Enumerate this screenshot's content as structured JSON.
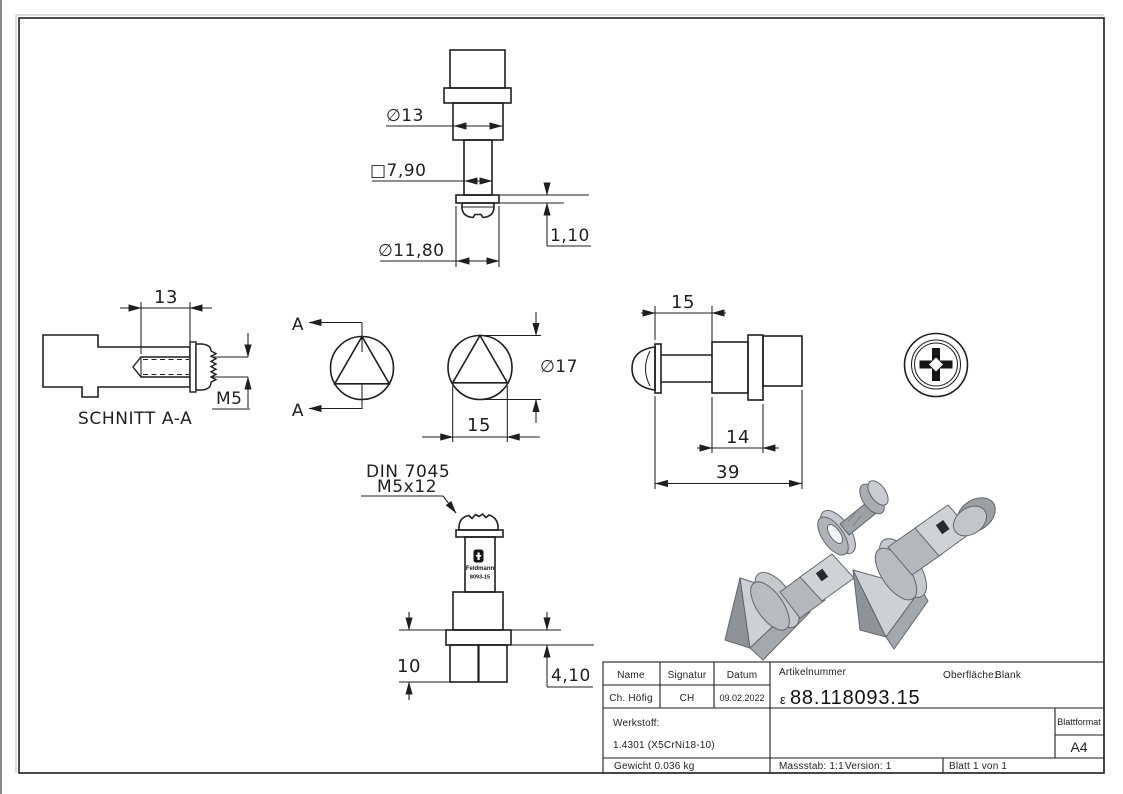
{
  "views": {
    "top": {
      "dia13": "∅13",
      "sq": "□7,90",
      "dia118": "∅11,80",
      "t110": "1,10"
    },
    "section": {
      "label": "SCHNITT A-A",
      "len": "13",
      "thread": "M5"
    },
    "cut": {
      "a_top": "A",
      "a_bottom": "A"
    },
    "front": {
      "dia17": "∅17",
      "w15": "15"
    },
    "side": {
      "d15": "15",
      "d14": "14",
      "d39": "39"
    },
    "bottom": {
      "note1": "DIN 7045",
      "note2": "M5x12",
      "logo": "Feldmann",
      "logo_code": "8093-15",
      "d10": "10",
      "d410": "4,10"
    }
  },
  "titleblock": {
    "name_label": "Name",
    "signatur_label": "Signatur",
    "datum_label": "Datum",
    "name": "Ch. Höfig",
    "signatur": "CH",
    "datum": "09.02.2022",
    "artikelnummer_label": "Artikelnummer",
    "artikelnummer_prefix": "ε",
    "artikelnummer": "88.118093.15",
    "oberflaeche_label": "Oberfläche:",
    "oberflaeche_value": "Blank",
    "werkstoff_label": "Werkstoff:",
    "werkstoff_value": "1.4301 (X5CrNi18-10)",
    "blattformat_label": "Blattformat",
    "blattformat_value": "A4",
    "gewicht": "Gewicht 0.036 kg",
    "massstab": "Massstab: 1:1",
    "version": "Version: 1",
    "blatt": "Blatt 1 von 1"
  }
}
